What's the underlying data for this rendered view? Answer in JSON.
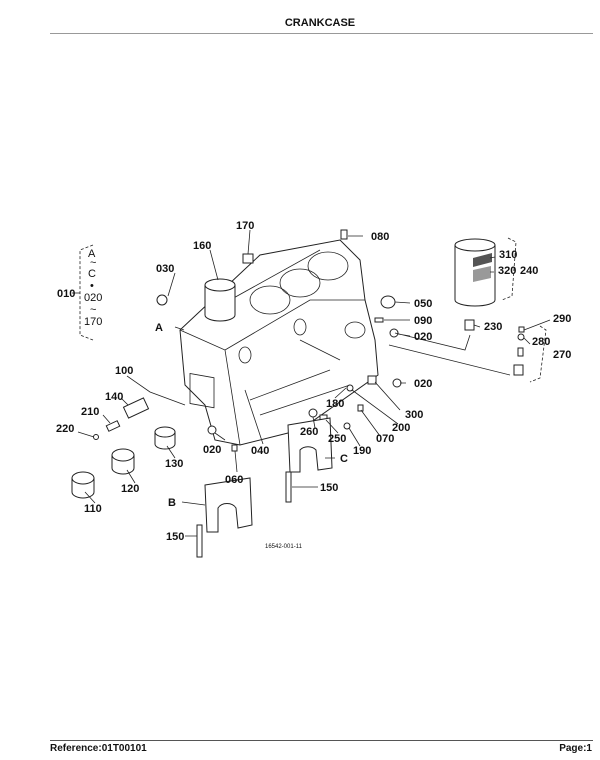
{
  "header": {
    "title": "CRANKCASE"
  },
  "footer": {
    "reference": "Reference:01T00101",
    "page": "Page:1"
  },
  "diagram": {
    "drawing_number": "16542-001-11",
    "group_bracket": {
      "label": "010",
      "range_letters_from": "A",
      "range_letters_to": "C",
      "range_from": "020",
      "range_to": "170",
      "tilde": "~",
      "dot": "•"
    },
    "filter_bracket": {
      "label": "240"
    },
    "switch_bracket": {
      "label": "270"
    },
    "view_markers": [
      "A",
      "B",
      "C"
    ],
    "callouts": [
      "170",
      "160",
      "080",
      "030",
      "050",
      "090",
      "020",
      "230",
      "310",
      "320",
      "290",
      "280",
      "100",
      "140",
      "210",
      "220",
      "180",
      "300",
      "200",
      "070",
      "020",
      "260",
      "250",
      "190",
      "020",
      "040",
      "130",
      "060",
      "120",
      "150",
      "110",
      "150"
    ]
  }
}
